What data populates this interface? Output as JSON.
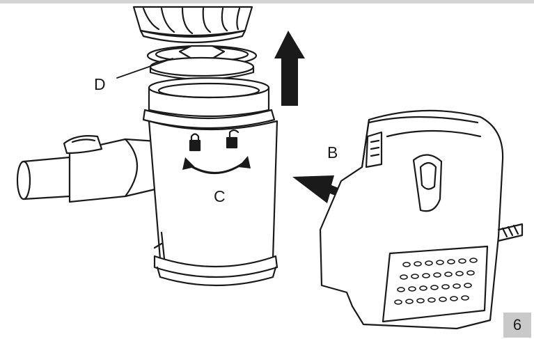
{
  "labels": {
    "d": "D",
    "c": "C",
    "b": "B"
  },
  "step_number": "6",
  "colors": {
    "line": "#1a1a1a",
    "fill": "#ffffff",
    "badge": "#c9c9c9",
    "rule": "#d4d4d4"
  }
}
